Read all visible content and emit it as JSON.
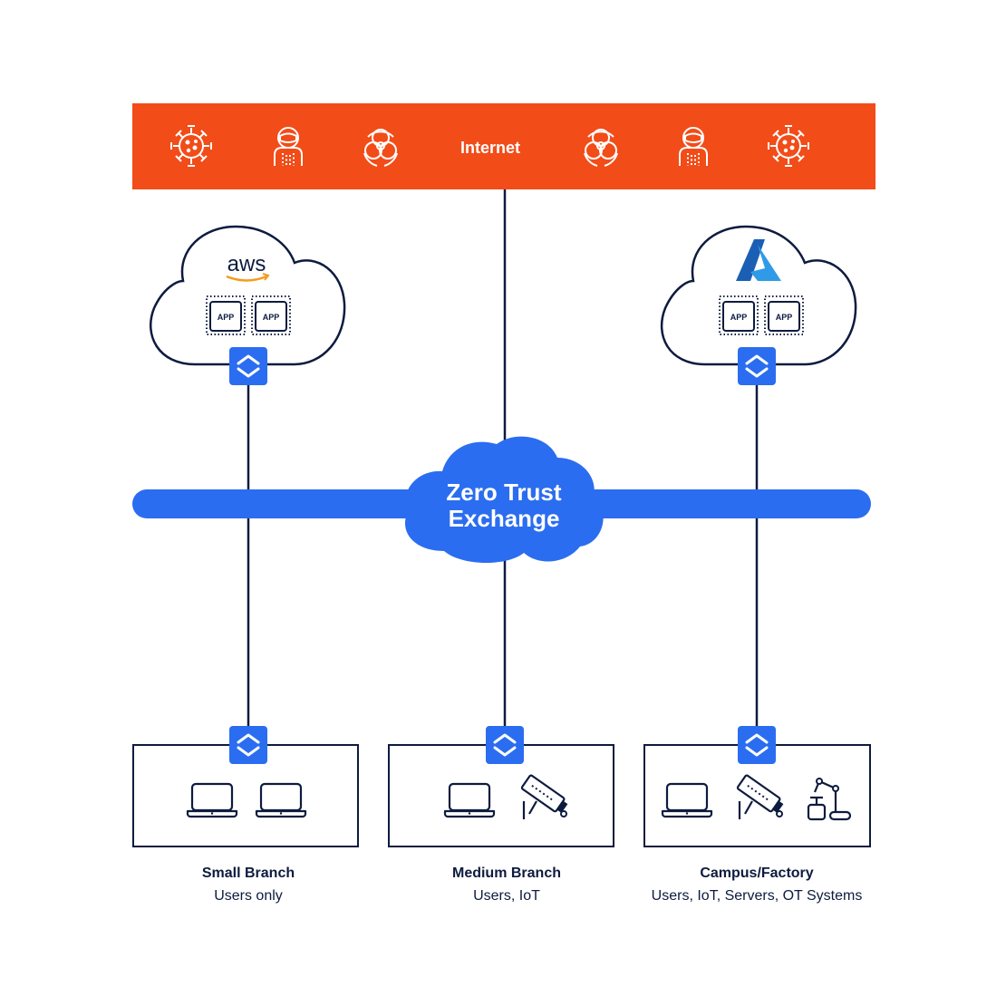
{
  "colors": {
    "internet_bar": "#f24c18",
    "zte_blue": "#2b6df0",
    "navy": "#0d1b3e",
    "aws_orange": "#f59b1c",
    "azure_blue": "#1a7fd4"
  },
  "internet": {
    "label": "Internet",
    "icons": [
      "virus-icon",
      "hacker-icon",
      "biohazard-icon",
      "biohazard-icon",
      "hacker-icon",
      "virus-icon"
    ]
  },
  "zero_trust": {
    "line1": "Zero Trust",
    "line2": "Exchange"
  },
  "clouds": [
    {
      "logo": "aws",
      "logo_text": "aws",
      "apps": [
        "APP",
        "APP"
      ]
    },
    {
      "logo": "azure-logo-icon",
      "apps": [
        "APP",
        "APP"
      ]
    }
  ],
  "branches": [
    {
      "title": "Small Branch",
      "subtitle": "Users only",
      "icons": [
        "laptop-icon",
        "laptop-icon"
      ]
    },
    {
      "title": "Medium Branch",
      "subtitle": "Users, IoT",
      "icons": [
        "laptop-icon",
        "camera-icon"
      ]
    },
    {
      "title": "Campus/Factory",
      "subtitle": "Users, IoT, Servers, OT Systems",
      "icons": [
        "laptop-icon",
        "camera-icon",
        "robot-arm-icon"
      ]
    }
  ]
}
